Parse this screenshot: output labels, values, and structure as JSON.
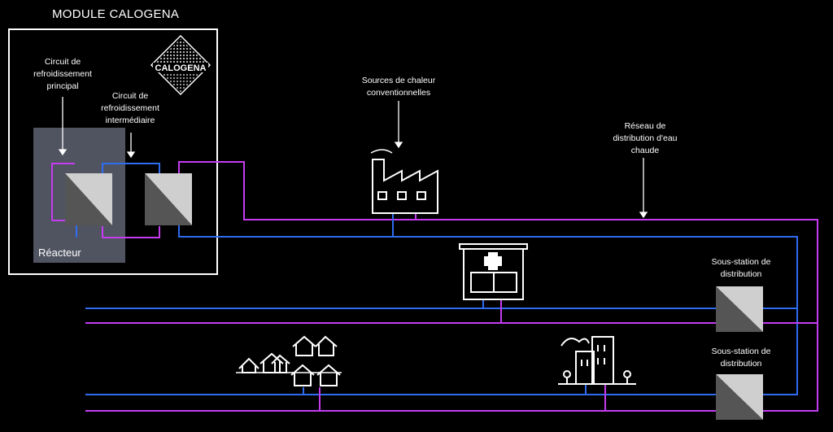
{
  "module": {
    "title": "MODULE CALOGENA",
    "logo_text": "CALOGENA",
    "reactor_label": "Réacteur"
  },
  "labels": {
    "primary_circuit": "Circuit de\nrefroidissement\nprincipal",
    "intermediate_circuit": "Circuit de\nrefroidissement\nintermédiaire",
    "conventional_sources": "Sources de chaleur\nconventionnelles",
    "hot_water_network": "Réseau de\ndistribution d'eau\nchaude",
    "substation_1": "Sous-station de\ndistribution",
    "substation_2": "Sous-station de\ndistribution"
  },
  "icons": {
    "factory": "factory-icon",
    "hospital": "hospital-icon",
    "houses": "houses-icon",
    "city": "city-buildings-icon",
    "heat_exchanger": "heat-exchanger-icon"
  },
  "colors": {
    "background": "#000000",
    "hot_line": "#c53cf0",
    "cold_line": "#2f6cf0",
    "reactor": "#505461",
    "exchanger_light": "#cfcfcf",
    "exchanger_dark": "#555555"
  }
}
